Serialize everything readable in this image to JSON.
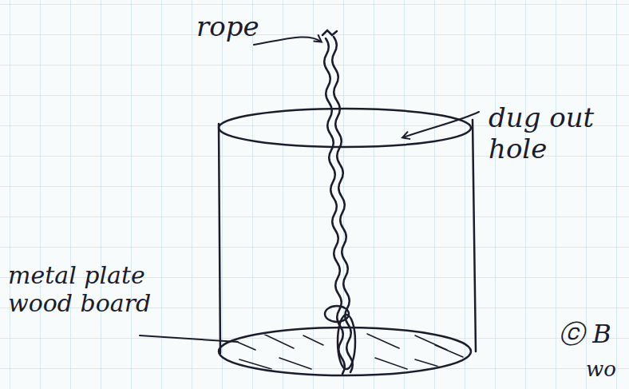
{
  "diagram": {
    "labels": [
      "rope",
      "dug out hole",
      "metal plate wood board",
      "ⓒ B",
      "wo"
    ]
  }
}
